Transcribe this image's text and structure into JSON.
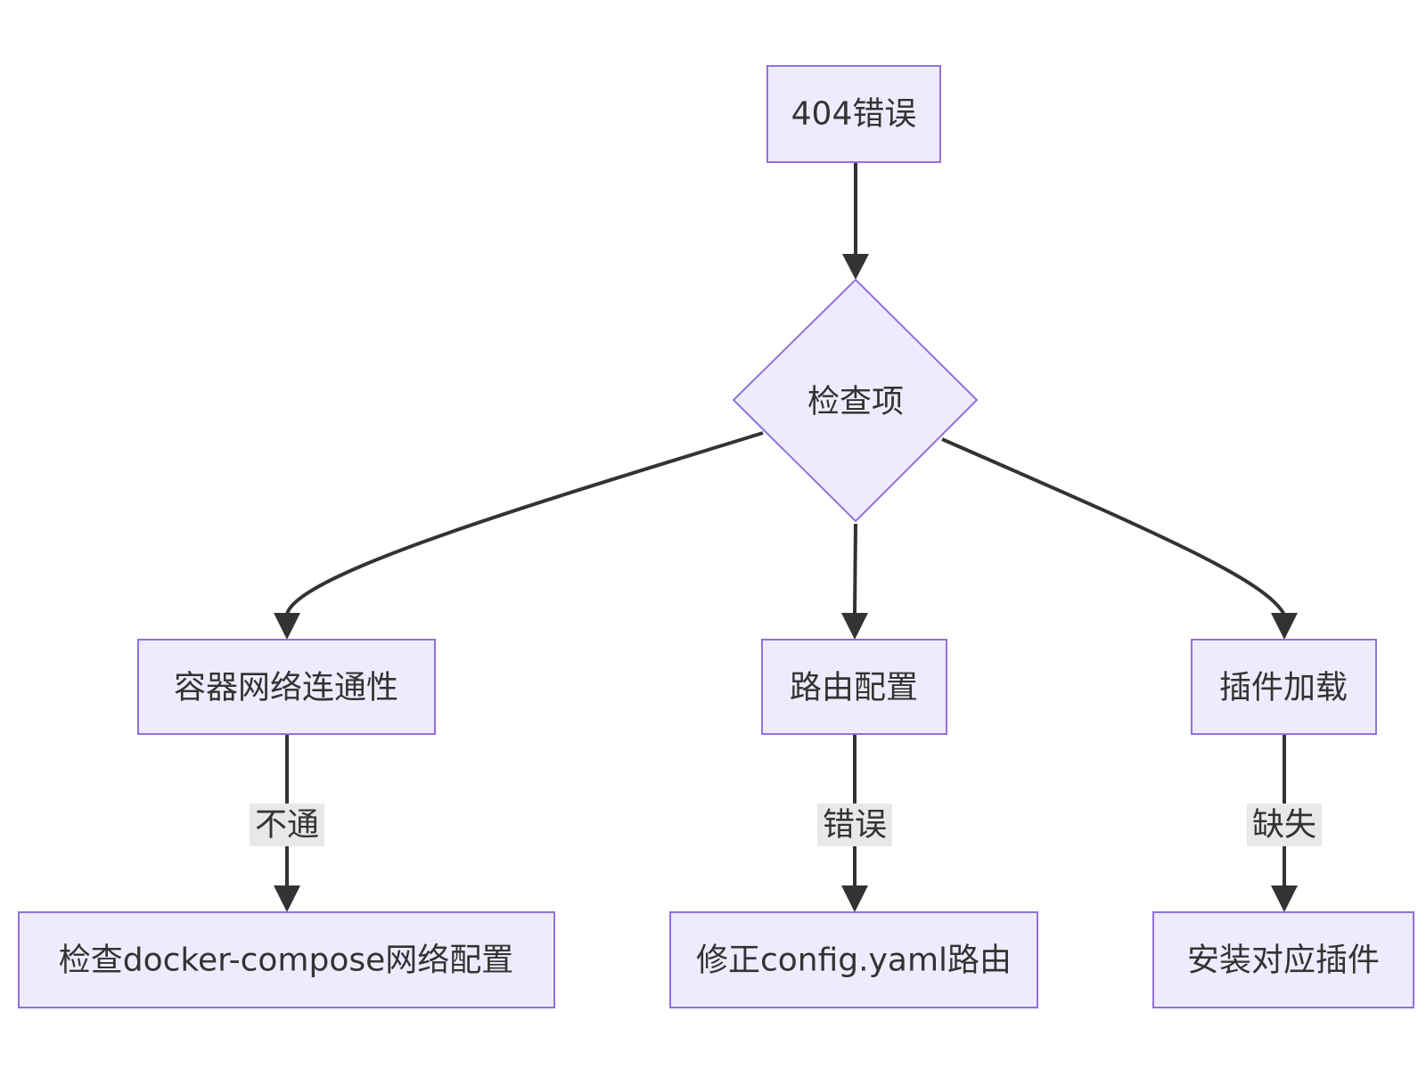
{
  "diagram": {
    "nodes": {
      "error404": "404错误",
      "check": "检查项",
      "container_net": "容器网络连通性",
      "route_config": "路由配置",
      "plugin_load": "插件加载",
      "check_compose": "检查docker-compose网络配置",
      "fix_config": "修正config.yaml路由",
      "install_plugin": "安装对应插件"
    },
    "edge_labels": {
      "unreachable": "不通",
      "wrong": "错误",
      "missing": "缺失"
    },
    "colors": {
      "node_fill": "#ececfe",
      "node_stroke": "#9370db",
      "edge": "#333333",
      "label_bg": "#e8e8e8"
    }
  }
}
